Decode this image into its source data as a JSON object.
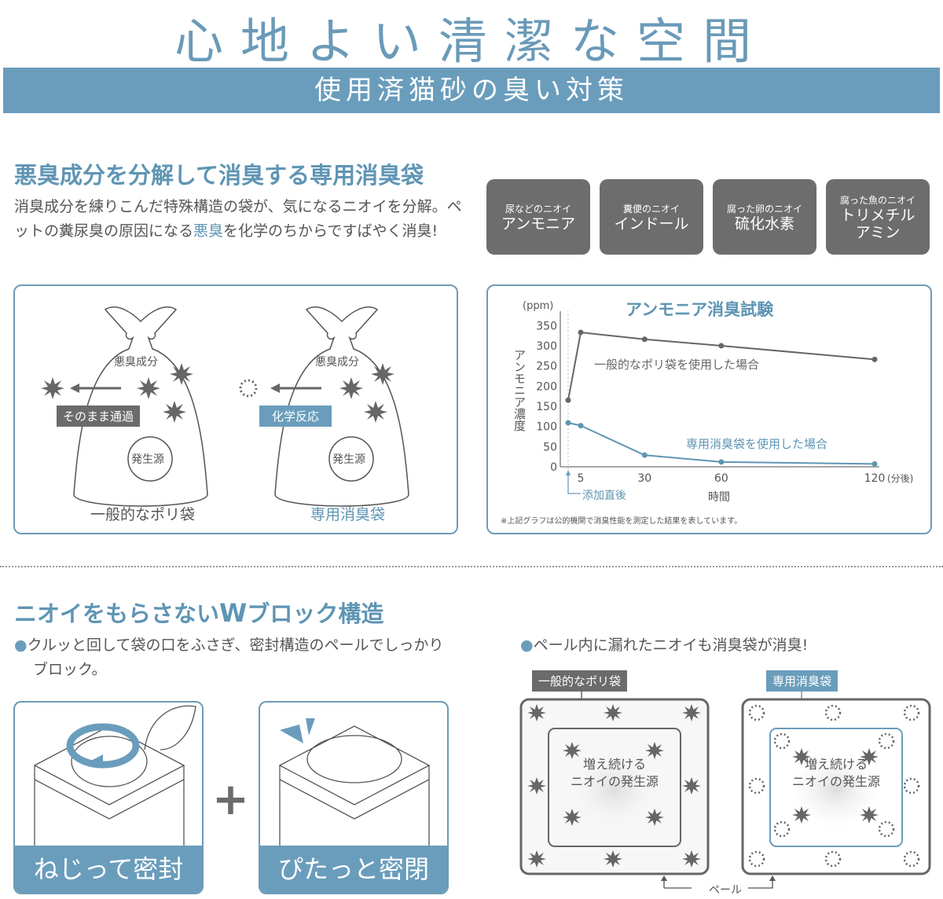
{
  "header": {
    "title": "心地よい清潔な空間",
    "banner": "使用済猫砂の臭い対策"
  },
  "section1": {
    "title": "悪臭成分を分解して消臭する専用消臭袋",
    "body_pre": "消臭成分を練りこんだ特殊構造の袋が、気になるニオイを分解。ペットの糞尿臭の原因になる",
    "body_highlight": "悪臭",
    "body_post": "を化学のちからですばやく消臭!",
    "odors": [
      {
        "sub": "尿などのニオイ",
        "main": "アンモニア"
      },
      {
        "sub": "糞便のニオイ",
        "main": "インドール"
      },
      {
        "sub": "腐った卵のニオイ",
        "main": "硫化水素"
      },
      {
        "sub": "腐った魚のニオイ",
        "main": "トリメチルアミン"
      }
    ],
    "bags": {
      "left": {
        "odor_label": "悪臭成分",
        "action": "そのまま通過",
        "source": "発生源",
        "caption": "一般的なポリ袋"
      },
      "right": {
        "odor_label": "悪臭成分",
        "action": "化学反応",
        "source": "発生源",
        "caption": "専用消臭袋"
      }
    },
    "chart_note": "※上記グラフは公的機関で消臭性能を測定した結果を表しています。",
    "added_label": "添加直後"
  },
  "chart_data": {
    "type": "line",
    "title": "アンモニア消臭試験",
    "xlabel": "時間",
    "ylabel": "アンモニア濃度",
    "yunit": "(ppm)",
    "xunit": "(分後)",
    "x": [
      0,
      5,
      30,
      60,
      120
    ],
    "xticks": [
      5,
      30,
      60,
      120
    ],
    "yticks": [
      0,
      50,
      100,
      150,
      200,
      250,
      300,
      350
    ],
    "ylim": [
      0,
      370
    ],
    "xlim": [
      0,
      120
    ],
    "series": [
      {
        "name": "一般的なポリ袋を使用した場合",
        "color": "#666666",
        "values": [
          165,
          333,
          316,
          300,
          266
        ]
      },
      {
        "name": "専用消臭袋を使用した場合",
        "color": "#5f95b4",
        "values": [
          109,
          102,
          29,
          12,
          7
        ]
      }
    ]
  },
  "section2": {
    "title_pre": "ニオイをもらさない",
    "title_w": "W",
    "title_post": "ブロック構造",
    "bullet1": "クルッと回して袋の口をふさぎ、密封構造のペールでしっかりブロック。",
    "bullet2": "ペール内に漏れたニオイも消臭袋が消臭!",
    "step1": "ねじって密封",
    "step2": "ぴたっと密閉",
    "plus": "+",
    "pail_left_label": "一般的なポリ袋",
    "pail_right_label": "専用消臭袋",
    "pail_source_line1": "増え続ける",
    "pail_source_line2": "ニオイの発生源",
    "pail_caption": "ペール"
  },
  "colors": {
    "accent": "#6a9dbc",
    "dark": "#6b6b6b"
  }
}
